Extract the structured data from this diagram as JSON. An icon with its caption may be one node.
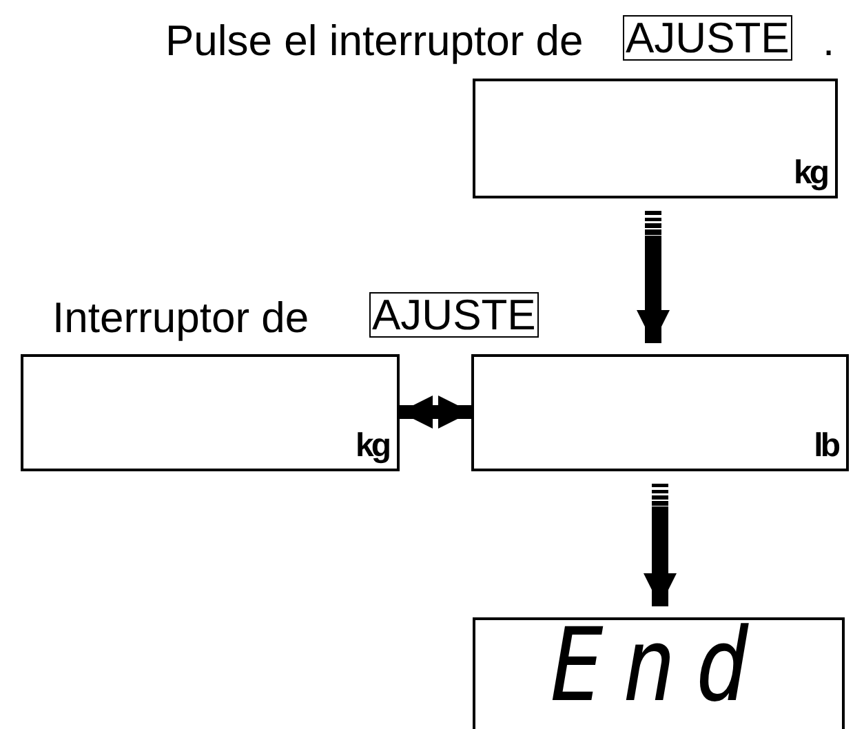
{
  "diagram": {
    "nodes": [
      {
        "text": [
          "kg"
        ]
      },
      {
        "text": [
          "kg"
        ]
      },
      {
        "text": [
          "lb"
        ]
      },
      {
        "text": [
          "End"
        ]
      }
    ],
    "edges": [
      {
        "from": 0,
        "to": 2,
        "arrow": "to"
      },
      {
        "from": 1,
        "to": 2,
        "arrow": "both"
      },
      {
        "from": 2,
        "to": 3,
        "arrow": "to"
      }
    ],
    "labels": [
      "Pulse el interruptor de",
      "AJUSTE",
      ".",
      "Interruptor de",
      "AJUSTE"
    ]
  }
}
